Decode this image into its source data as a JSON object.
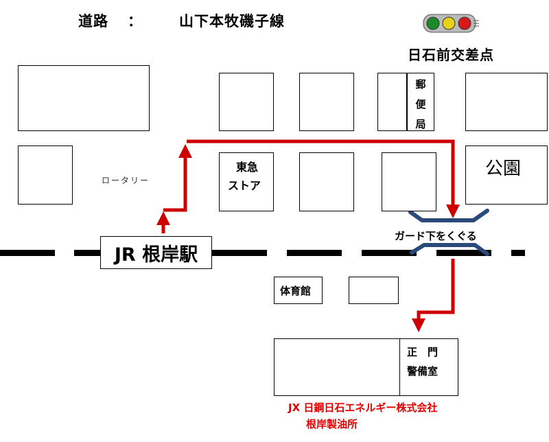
{
  "header": {
    "road_label": "道路",
    "colon": "：",
    "road_name": "山下本牧磯子線",
    "intersection_name": "日石前交差点"
  },
  "labels": {
    "rotary": "ロータリー",
    "tokyu_store_line1": "東急",
    "tokyu_store_line2": "ストア",
    "post_office": [
      "郵",
      "便",
      "局"
    ],
    "park": "公園",
    "underpass": "ガード下をくぐる",
    "station": "JR 根岸駅",
    "gym": "体育館",
    "main_gate_line1": "正　門",
    "main_gate_line2": "警備室",
    "company_line1": "JX 日鋼日石エネルギー株式会社",
    "company_line2": "根岸製油所"
  },
  "colors": {
    "route": "#cc0000",
    "bridge": "#2a4a7a",
    "company_text": "#e00000",
    "signal_green": "#1a8a2a",
    "signal_yellow": "#e6d21a",
    "signal_red": "#d41a1a"
  },
  "icons": {
    "traffic_light": "traffic-light-icon"
  }
}
